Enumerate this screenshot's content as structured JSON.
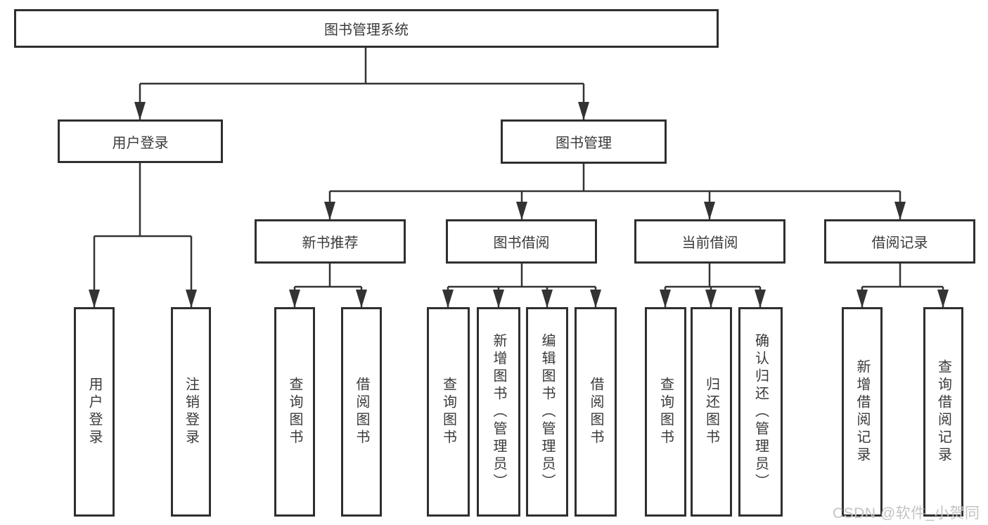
{
  "tree": {
    "label": "图书管理系统",
    "children": [
      {
        "label": "用户登录",
        "children": [
          {
            "label": "用户登录"
          },
          {
            "label": "注销登录"
          }
        ]
      },
      {
        "label": "图书管理",
        "children": [
          {
            "label": "新书推荐",
            "children": [
              {
                "label": "查询图书"
              },
              {
                "label": "借阅图书"
              }
            ]
          },
          {
            "label": "图书借阅",
            "children": [
              {
                "label": "查询图书"
              },
              {
                "label": "新增图书（管理员）"
              },
              {
                "label": "编辑图书（管理员）"
              },
              {
                "label": "借阅图书"
              }
            ]
          },
          {
            "label": "当前借阅",
            "children": [
              {
                "label": "查询图书"
              },
              {
                "label": "归还图书"
              },
              {
                "label": "确认归还（管理员）"
              }
            ]
          },
          {
            "label": "借阅记录",
            "children": [
              {
                "label": "新增借阅记录"
              },
              {
                "label": "查询借阅记录"
              }
            ]
          }
        ]
      }
    ]
  },
  "watermark": "CSDN @软件_小贺同学",
  "colors": {
    "line": "#333333",
    "box_border": "#2f2f2f",
    "text": "#3a3a3a",
    "watermark": "#c3c3c3",
    "background": "#ffffff"
  }
}
